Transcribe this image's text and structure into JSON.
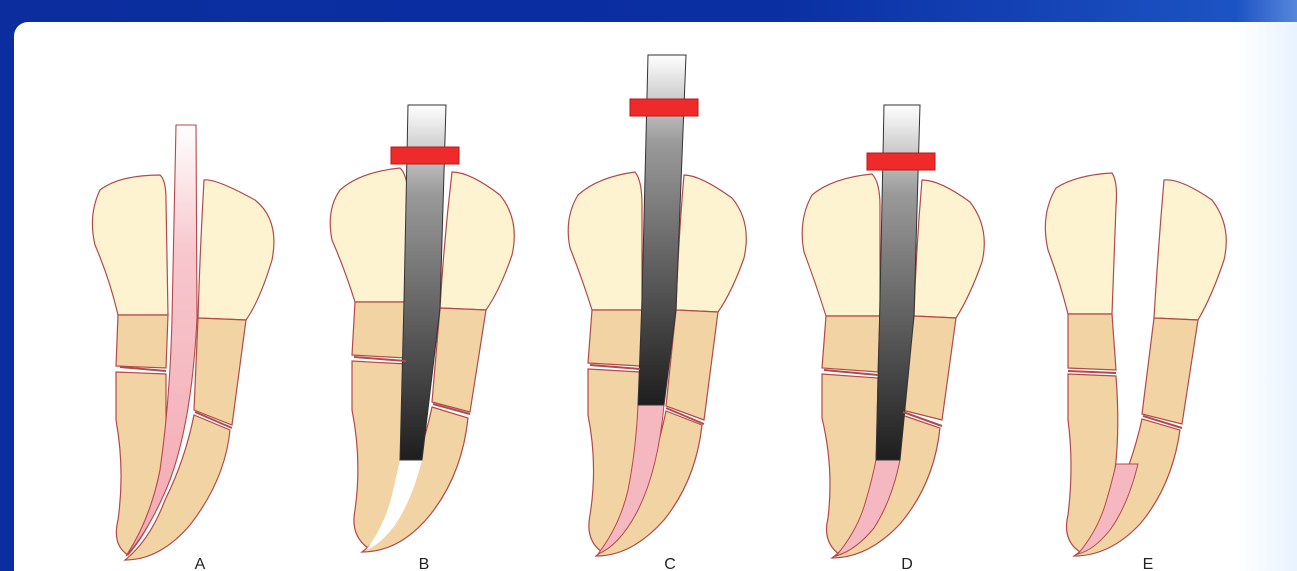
{
  "figure": {
    "stages": [
      {
        "label": "A"
      },
      {
        "label": "B"
      },
      {
        "label": "C"
      },
      {
        "label": "D"
      },
      {
        "label": "E"
      }
    ]
  },
  "colors": {
    "frame": "#0b2d9e",
    "crown": "#fdf3d0",
    "root": "#f2d3a3",
    "outline": "#b24a4a",
    "canal_fill": "#f7b9c0",
    "stopper": "#ee2a2a",
    "instrument_dark": "#2a2a2a"
  }
}
